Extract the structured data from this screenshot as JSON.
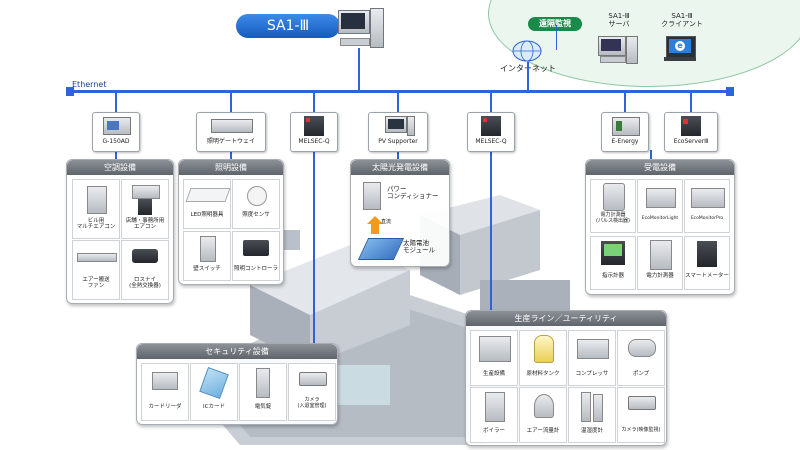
{
  "top": {
    "sa1_label": "SA1-Ⅲ",
    "remote_badge": "遠隔監視",
    "server_label": "SA1-Ⅲ\nサーバ",
    "client_label": "SA1-Ⅲ\nクライアント",
    "internet_label": "インターネット",
    "ethernet_label": "Ethernet"
  },
  "nodes": [
    {
      "label": "G-150AD"
    },
    {
      "label": "照明ゲートウェイ"
    },
    {
      "label": "MELSEC-Q"
    },
    {
      "label": "PV Supporter"
    },
    {
      "label": "MELSEC-Q"
    },
    {
      "label": "E-Energy"
    },
    {
      "label": "EcoServerⅢ"
    }
  ],
  "panels": {
    "hvac": {
      "title": "空調設備",
      "items": [
        "ビル用\nマルチエアコン",
        "店舗・事務所用\nエアコン",
        "エアー搬送\nファン",
        "ロスナイ\n(全熱交換器)"
      ]
    },
    "lighting": {
      "title": "照明設備",
      "items": [
        "LED照明器具",
        "照度センサ",
        "壁スイッチ",
        "照明コントローラ"
      ]
    },
    "solar": {
      "title": "太陽光発電設備",
      "items": [
        "パワー\nコンディショナー",
        "太陽電池\nモジュール"
      ],
      "arrow_label": "直流"
    },
    "power": {
      "title": "受電設備",
      "items": [
        "電力計測器\n(パルス検出器)",
        "EcoMonitorLight",
        "EcoMonitorPro",
        "指示計器",
        "電力計測器",
        "スマートメーター"
      ]
    },
    "security": {
      "title": "セキュリティ設備",
      "items": [
        "カードリーダ",
        "ICカード",
        "電気錠",
        "カメラ\n(入退室管理)"
      ]
    },
    "production": {
      "title": "生産ライン／ユーティリティ",
      "items": [
        "生産設備",
        "原材料タンク",
        "コンプレッサ",
        "ポンプ",
        "ボイラー",
        "エアー流量計",
        "温湿度計",
        "カメラ(映像監視)"
      ]
    }
  },
  "colors": {
    "network": "#2f63d8",
    "sa1_pill": "#1f6fd6",
    "remote_badge": "#1a8a4a",
    "cloud": "#eaf6ee"
  }
}
